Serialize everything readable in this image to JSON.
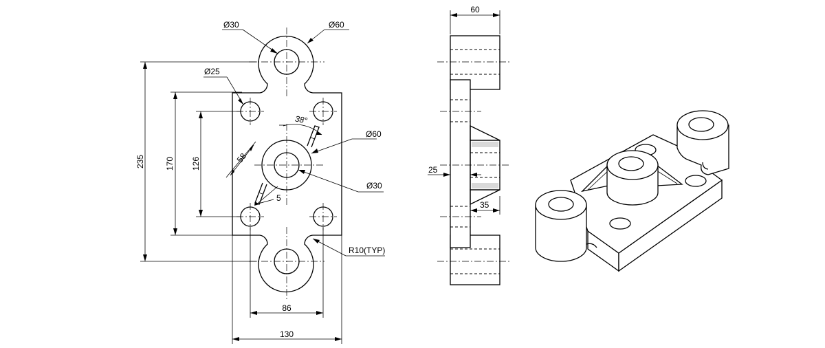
{
  "front_view": {
    "dia_top_inner": "Ø30",
    "dia_top_outer": "Ø60",
    "dia_corner": "Ø25",
    "angle": "38°",
    "dia_center_outer": "Ø60",
    "dia_center_inner": "Ø30",
    "rib_length": "58",
    "rib_thickness": "5",
    "overall_height": "235",
    "height_170": "170",
    "height_126": "126",
    "radius_note": "R10(TYP)",
    "width_86": "86",
    "overall_width": "130"
  },
  "side_view": {
    "boss_width": "60",
    "plate_thickness": "25",
    "center_boss_projection": "35"
  }
}
